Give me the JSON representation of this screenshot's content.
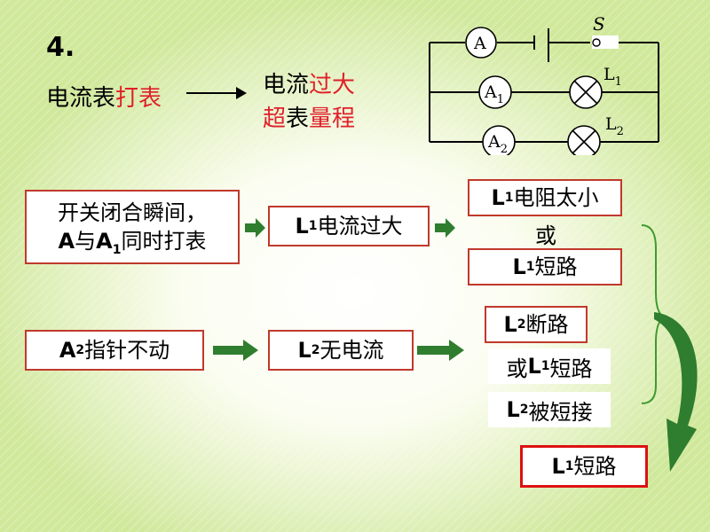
{
  "problem_number": "4.",
  "top": {
    "left_black": "电流表",
    "left_red": "打表",
    "right_line1_black": "电流",
    "right_line1_red": "过大",
    "right_line2_red1": "超",
    "right_line2_black": "表",
    "right_line2_red2": "量程"
  },
  "circuit": {
    "ammeter_main": "A",
    "ammeter_1": "A",
    "ammeter_1_sub": "1",
    "ammeter_2": "A",
    "ammeter_2_sub": "2",
    "switch": "S",
    "lamp_1": "L",
    "lamp_1_sub": "1",
    "lamp_2": "L",
    "lamp_2_sub": "2"
  },
  "row1": {
    "box1_line1": "开关闭合瞬间，",
    "box1_line2a": "A",
    "box1_line2b": "与",
    "box1_line2c": "A",
    "box1_line2c_sub": "1",
    "box1_line2d": "同时打表",
    "box2_a": "L",
    "box2_sub": "1",
    "box2_b": "电流过大",
    "res1_a": "L",
    "res1_sub": "1",
    "res1_b": "电阻太小",
    "res_or": "或",
    "res2_a": "L",
    "res2_sub": "1",
    "res2_b": "短路"
  },
  "row2": {
    "box1_a": "A",
    "box1_sub": "2",
    "box1_b": "指针不动",
    "box2_a": "L",
    "box2_sub": "2",
    "box2_b": "无电流",
    "res1_a": "L",
    "res1_sub": "2",
    "res1_b": "断路",
    "res2_pre": "或",
    "res2_a": "L",
    "res2_sub": "1",
    "res2_b": "短路",
    "res3_a": "L",
    "res3_sub": "2",
    "res3_b": "被短接"
  },
  "conclusion": {
    "a": "L",
    "sub": "1",
    "b": "短路"
  },
  "colors": {
    "red": "#e0202a",
    "box_border": "#c0392b",
    "arrow_green": "#2f7d2f",
    "brace_green": "#3f9a2f"
  }
}
